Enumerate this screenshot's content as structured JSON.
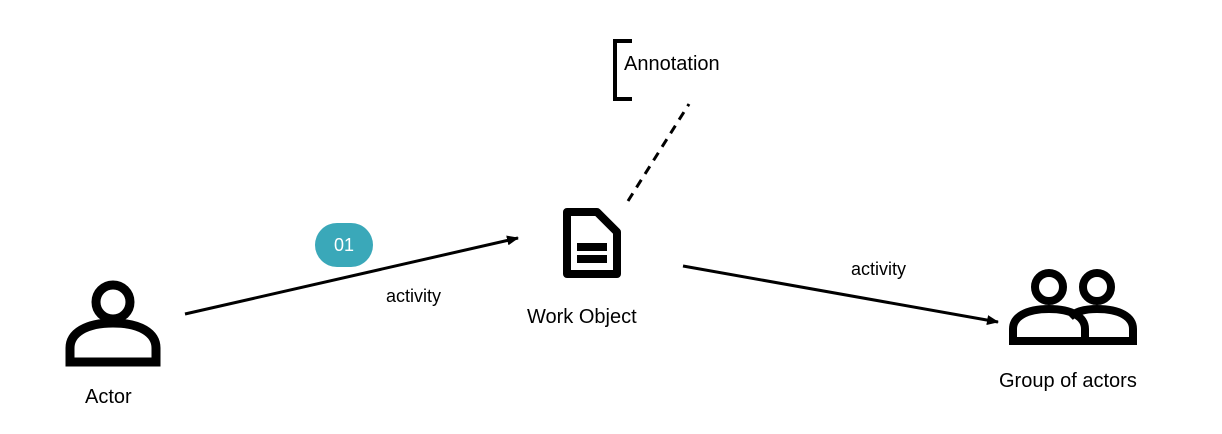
{
  "colors": {
    "badge": "#3aa8b9",
    "stroke": "#000000"
  },
  "nodes": {
    "actor": {
      "label": "Actor",
      "icon": "person-icon"
    },
    "work_object": {
      "label": "Work Object",
      "icon": "document-icon"
    },
    "group": {
      "label": "Group of actors",
      "icon": "group-icon"
    },
    "annotation": {
      "text": "Annotation"
    }
  },
  "edges": {
    "actor_to_work": {
      "label": "activity",
      "sequence": "01"
    },
    "work_to_group": {
      "label": "activity"
    }
  }
}
